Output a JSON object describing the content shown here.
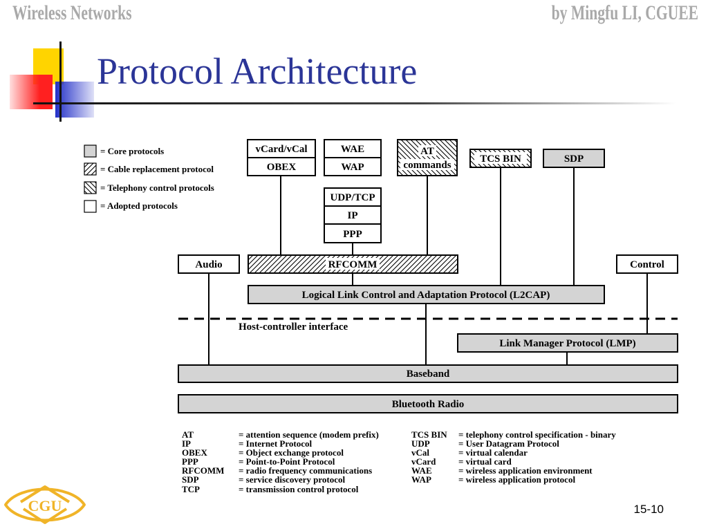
{
  "header": {
    "left": "Wireless Networks",
    "right": "by Mingfu LI, CGUEE"
  },
  "slide": {
    "title": "Protocol Architecture",
    "page_number": "15-10"
  },
  "colors": {
    "title": "#2b3597",
    "header_text": "#a9a9a9",
    "core_fill": "#d4d4d4",
    "logo": "#f0b428",
    "deco_yellow": "#ffd400",
    "deco_red": "#ff2020",
    "deco_blue": "#2330c8"
  },
  "logo": {
    "text": "CGU"
  },
  "legend": [
    {
      "pattern": "core",
      "label": "= Core protocols"
    },
    {
      "pattern": "cable",
      "label": "= Cable replacement protocol"
    },
    {
      "pattern": "telephony",
      "label": "= Telephony control protocols"
    },
    {
      "pattern": "adopted",
      "label": "= Adopted protocols"
    }
  ],
  "boxes": {
    "vcard": "vCard/vCal",
    "obex": "OBEX",
    "wae": "WAE",
    "wap": "WAP",
    "at_line1": "AT",
    "at_line2": "commands",
    "tcs": "TCS BIN",
    "sdp": "SDP",
    "udptcp": "UDP/TCP",
    "ip": "IP",
    "ppp": "PPP",
    "audio": "Audio",
    "rfcomm": "RFCOMM",
    "control": "Control",
    "l2cap": "Logical Link Control and Adaptation Protocol (L2CAP)",
    "hci": "Host-controller interface",
    "lmp": "Link Manager Protocol (LMP)",
    "baseband": "Baseband",
    "radio": "Bluetooth Radio"
  },
  "glossary": [
    {
      "a1": "AT",
      "d1": "= attention sequence (modem prefix)",
      "a2": "TCS BIN",
      "d2": "= telephony control specification - binary"
    },
    {
      "a1": "IP",
      "d1": "= Internet Protocol",
      "a2": "UDP",
      "d2": "= User Datagram Protocol"
    },
    {
      "a1": "OBEX",
      "d1": "= Object exchange protocol",
      "a2": "vCal",
      "d2": "= virtual calendar"
    },
    {
      "a1": "PPP",
      "d1": "= Point-to-Point Protocol",
      "a2": "vCard",
      "d2": "= virtual card"
    },
    {
      "a1": "RFCOMM",
      "d1": "= radio frequency communications",
      "a2": "WAE",
      "d2": "= wireless application environment"
    },
    {
      "a1": "SDP",
      "d1": "= service discovery protocol",
      "a2": "WAP",
      "d2": "= wireless application protocol"
    },
    {
      "a1": "TCP",
      "d1": "= transmission control protocol",
      "a2": "",
      "d2": ""
    }
  ]
}
